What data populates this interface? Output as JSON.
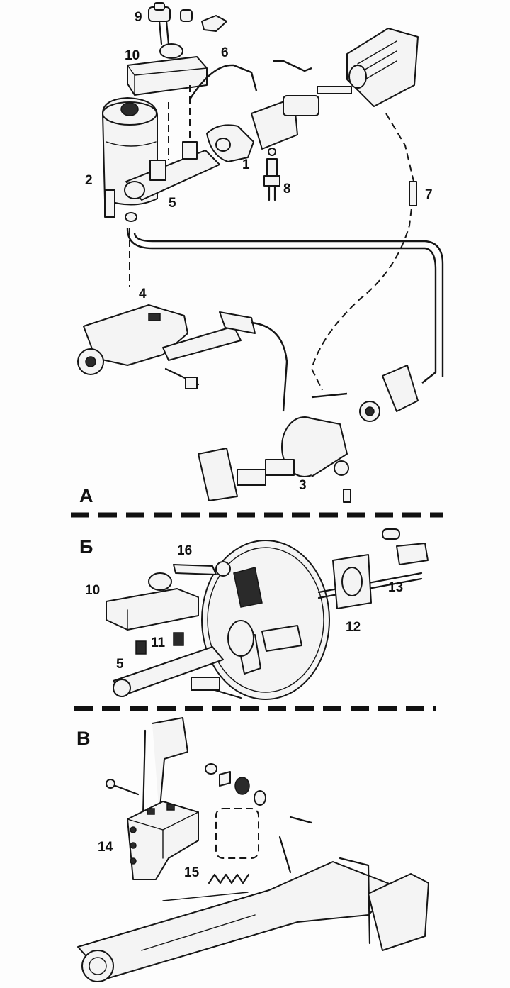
{
  "diagram": {
    "sections": [
      {
        "id": "A",
        "label": "A"
      },
      {
        "id": "B",
        "label": "Б"
      },
      {
        "id": "V",
        "label": "В"
      }
    ],
    "part_labels": [
      "1",
      "2",
      "3",
      "4",
      "5",
      "6",
      "7",
      "8",
      "9",
      "10",
      "10",
      "11",
      "5",
      "12",
      "13",
      "14",
      "15",
      "16"
    ]
  }
}
